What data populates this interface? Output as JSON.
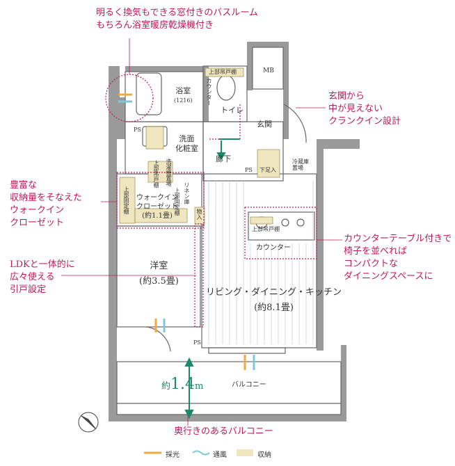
{
  "callouts": {
    "bathroom": [
      "明るく換気もできる窓付きのバスルーム",
      "もちろん浴室暖房乾燥機付き"
    ],
    "entrance": [
      "玄関から",
      "中が見えない",
      "クランクイン設計"
    ],
    "closet": [
      "豊富な",
      "収納量をそなえた",
      "ウォークイン",
      "クローゼット"
    ],
    "counter": [
      "カウンターテーブル付きで",
      "椅子を並べれば",
      "コンパクトな",
      "ダイニングスペースに"
    ],
    "sliding": [
      "LDKと一体的に",
      "広々使える",
      "引戸設定"
    ],
    "balcony_depth": "奥行きのあるバルコニー"
  },
  "rooms": {
    "bath": [
      "浴室",
      "(1216)"
    ],
    "toilet": "トイレ",
    "washroom": [
      "洗面",
      "化粧室"
    ],
    "entrance": "玄関",
    "corridor": "廊下",
    "mb": "MB",
    "walkin": [
      "ウォークイン",
      "クローゼット",
      "(約1.1畳)"
    ],
    "western": [
      "洋室",
      "(約3.5畳)"
    ],
    "ldk": [
      "リビング・ダイニング・キッチン",
      "(約8.1畳)"
    ],
    "counter": "カウンター",
    "balcony": "バルコニー"
  },
  "small_labels": {
    "upper_shelf_top": "上部吊戸棚",
    "counter_small": "カウンター",
    "ps1": "PS",
    "ps2": "PS",
    "ps3": "PS",
    "shoe_box": "下足入",
    "fridge": [
      "冷蔵庫",
      "置場"
    ],
    "laundry": [
      "洗濯機",
      "置場"
    ],
    "upper_cabinet_wash": [
      "上部吊戸棚"
    ],
    "upper_shelf_closet": "上部固定棚",
    "upper_shelf_closet2": "上部固定棚",
    "linen": "リネン庫",
    "storage": "物入",
    "upper_cabinet_kitchen": "上部吊戸棚"
  },
  "dimension": {
    "prefix": "約",
    "value": "1.4",
    "unit": "m"
  },
  "legend": {
    "light": "採光",
    "wind": "通風",
    "storage": "収納"
  },
  "colors": {
    "accent": "#c2185b",
    "storage": "#efe5bf",
    "wall": "#8a8a8a",
    "green": "#1a8a6a",
    "light": "#f2a93b",
    "wind": "#7cc8d8"
  }
}
